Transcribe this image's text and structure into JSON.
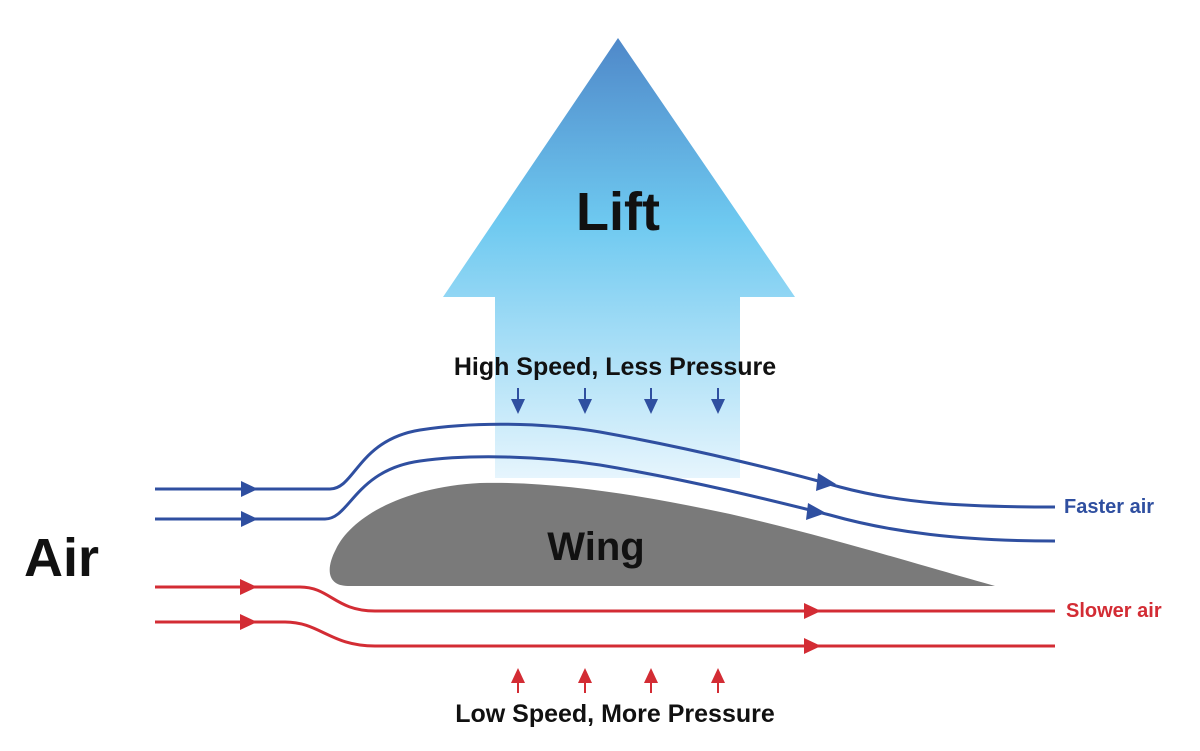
{
  "labels": {
    "lift": "Lift",
    "high_speed": "High Speed, Less Pressure",
    "low_speed": "Low Speed, More Pressure",
    "wing": "Wing",
    "air": "Air",
    "faster_air": "Faster air",
    "slower_air": "Slower air"
  },
  "colors": {
    "upper_flow": "#2f4fa0",
    "lower_flow": "#d32c34",
    "wing": "#7a7a7a",
    "lift_top": "#4f88c9",
    "lift_mid": "#6ec9f0",
    "lift_bottom": "#e2f3fc",
    "text": "#111111"
  }
}
